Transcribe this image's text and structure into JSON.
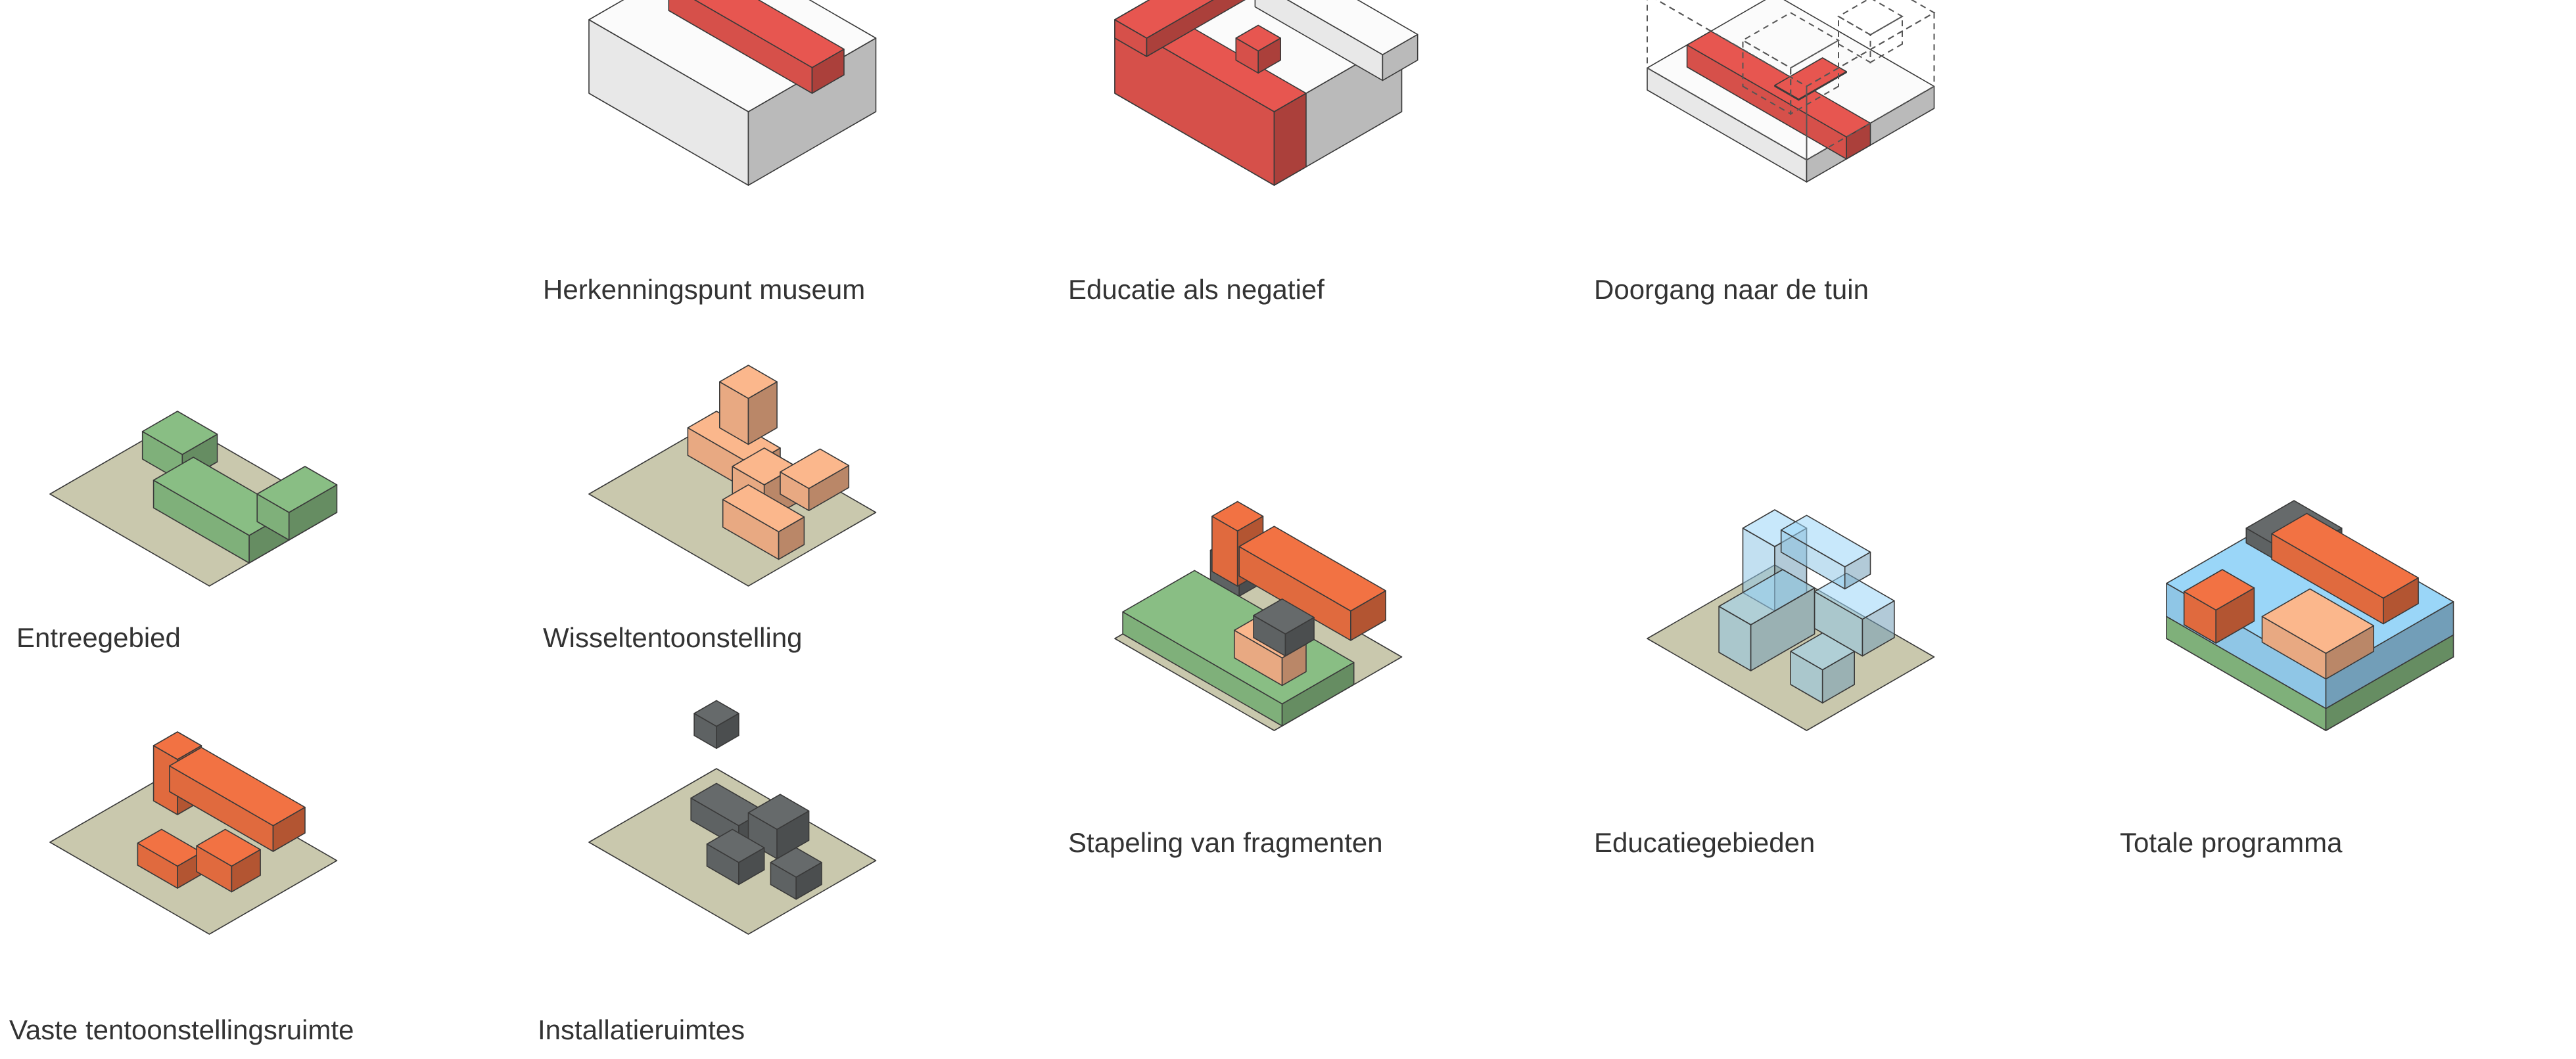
{
  "colors": {
    "white_mass": "#e8e8e8",
    "red": "#d6504a",
    "ground": "#c9c8ad",
    "green": "#7fb07a",
    "peach": "#e8a982",
    "orange": "#e06a3e",
    "dark_gray": "#5e6263",
    "blue": "#8fc6e6",
    "stroke": "#3a3a3a"
  },
  "diagrams": [
    {
      "id": "herkenningspunt",
      "label": "Herkenningspunt museum"
    },
    {
      "id": "educatie-negatief",
      "label": "Educatie als negatief"
    },
    {
      "id": "doorgang",
      "label": "Doorgang naar de tuin"
    },
    {
      "id": "entreegebied",
      "label": "Entreegebied"
    },
    {
      "id": "wisseltentoonstelling",
      "label": "Wisseltentoonstelling"
    },
    {
      "id": "stapeling",
      "label": "Stapeling van fragmenten"
    },
    {
      "id": "educatiegebieden",
      "label": "Educatiegebieden"
    },
    {
      "id": "totale-programma",
      "label": "Totale programma"
    },
    {
      "id": "vaste-tentoonstelling",
      "label": "Vaste tentoonstellingsruimte"
    },
    {
      "id": "installatieruimtes",
      "label": "Installatieruimtes"
    }
  ]
}
